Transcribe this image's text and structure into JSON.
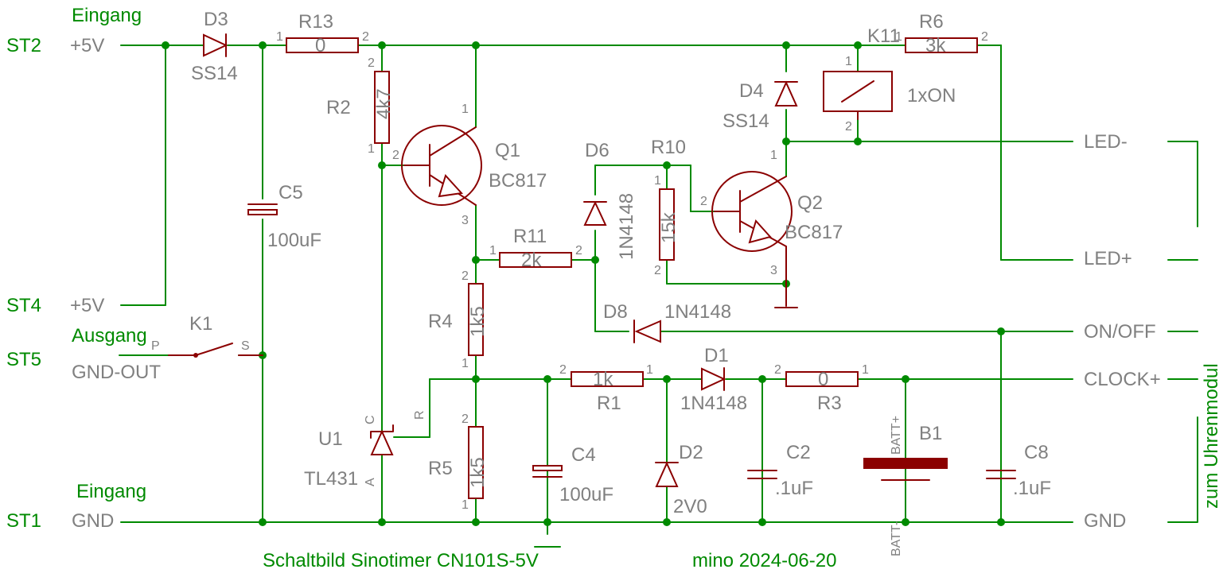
{
  "connectors": {
    "st2": "ST2",
    "st4": "ST4",
    "st5": "ST5",
    "st1": "ST1"
  },
  "ports": {
    "p5v_top": "+5V",
    "p5v_mid": "+5V",
    "gnd_out": "GND-OUT",
    "gnd_left": "GND",
    "led_minus": "LED-",
    "led_plus": "LED+",
    "on_off": "ON/OFF",
    "clock_plus": "CLOCK+",
    "gnd_right": "GND"
  },
  "sections": {
    "eingang_top": "Eingang",
    "ausgang": "Ausgang",
    "eingang_bottom": "Eingang",
    "zum_uhrenmodul": "zum Uhrenmodul"
  },
  "components": {
    "d3": {
      "name": "D3",
      "value": "SS14"
    },
    "r13": {
      "name": "R13",
      "value": "0"
    },
    "r2": {
      "name": "R2",
      "value": "4k7"
    },
    "c5": {
      "name": "C5",
      "value": "100uF"
    },
    "q1": {
      "name": "Q1",
      "value": "BC817"
    },
    "d6": {
      "name": "D6",
      "value": "1N4148"
    },
    "r10": {
      "name": "R10",
      "value": "15k"
    },
    "d4": {
      "name": "D4",
      "value": "SS14"
    },
    "k11": {
      "name": "K11",
      "value": "1xON"
    },
    "r6": {
      "name": "R6",
      "value": "3k"
    },
    "q2": {
      "name": "Q2",
      "value": "BC817"
    },
    "r11": {
      "name": "R11",
      "value": "2k"
    },
    "r4": {
      "name": "R4",
      "value": "1k5"
    },
    "d8": {
      "name": "D8",
      "value": "1N4148"
    },
    "k1": {
      "name": "K1",
      "pin_p": "P",
      "pin_s": "S"
    },
    "r1": {
      "name": "R1",
      "value": "1k"
    },
    "d1": {
      "name": "D1",
      "value": "1N4148"
    },
    "r3": {
      "name": "R3",
      "value": "0"
    },
    "u1": {
      "name": "U1",
      "value": "TL431",
      "pin_c": "C",
      "pin_a": "A",
      "pin_r": "R"
    },
    "r5": {
      "name": "R5",
      "value": "1k5"
    },
    "c4": {
      "name": "C4",
      "value": "100uF"
    },
    "d2": {
      "name": "D2",
      "value": "2V0"
    },
    "c2": {
      "name": "C2",
      "value": ".1uF"
    },
    "b1": {
      "name": "B1",
      "pin_plus": "BATT+",
      "pin_minus": "BATT-"
    },
    "c8": {
      "name": "C8",
      "value": ".1uF"
    }
  },
  "pin_numbers": {
    "one": "1",
    "two": "2",
    "three": "3"
  },
  "footer": {
    "title": "Schaltbild Sinotimer CN101S-5V",
    "author_date": "mino 2024-06-20"
  }
}
